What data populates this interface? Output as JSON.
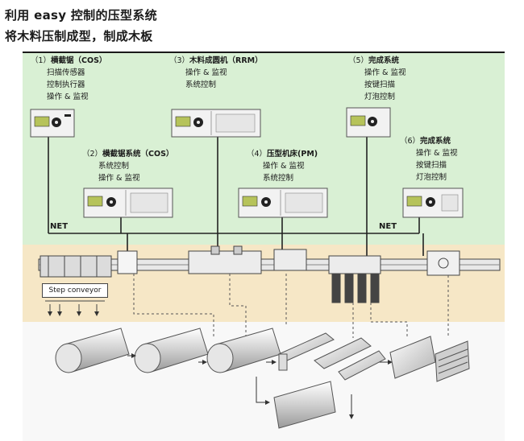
{
  "header": {
    "title_line1": "利用 easy 控制的压型系统",
    "title_line2": "将木料压制成型，制成木板"
  },
  "stations": [
    {
      "num": "（1）",
      "name": "横截锯（COS）",
      "lines": [
        "扫描传感器",
        "控制执行器",
        "操作 & 监视"
      ]
    },
    {
      "num": "（2）",
      "name": "横截锯系统（COS）",
      "lines": [
        "系统控制",
        "操作 & 监视"
      ]
    },
    {
      "num": "（3）",
      "name": "木料成圆机（RRM）",
      "lines": [
        "操作 & 监视",
        "系统控制"
      ]
    },
    {
      "num": "（4）",
      "name": "压型机床(PM)",
      "lines": [
        "操作 & 监视",
        "系统控制"
      ]
    },
    {
      "num": "（5）",
      "name": "完成系统",
      "lines": [
        "操作 & 监视",
        "按键扫描",
        "灯泡控制"
      ]
    },
    {
      "num": "（6）",
      "name": "完成系统",
      "lines": [
        "操作 & 监视",
        "按键扫描",
        "灯泡控制"
      ]
    }
  ],
  "network": {
    "left_label": "NET",
    "right_label": "NET"
  },
  "conveyor": {
    "label": "Step conveyor"
  },
  "colors": {
    "upper_band": "#d9f0d4",
    "middle_band": "#f6e7c6",
    "lower_band": "#f8f8f8",
    "device_lcd": "#b6c35a"
  }
}
